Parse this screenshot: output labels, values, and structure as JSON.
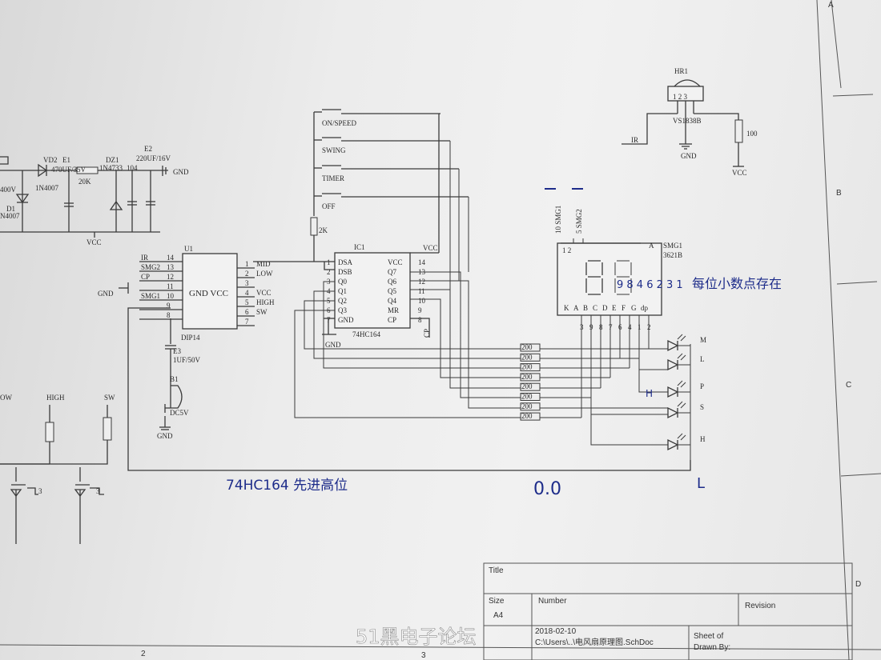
{
  "power": {
    "vd2": "VD2",
    "diode1": "1N4007",
    "e1": "E1",
    "e1_value": "470UF/35V",
    "r_value": "20K",
    "dz1": "DZ1",
    "dz1_value": "1N4733",
    "cap104": "104",
    "e2": "E2",
    "e2_value": "220UF/16V",
    "gnd": "GND",
    "vcc": "VCC",
    "d1": "D1",
    "d1_value": "N4007",
    "v400": "400V"
  },
  "buttons": [
    {
      "label": "ON/SPEED"
    },
    {
      "label": "SWING"
    },
    {
      "label": "TIMER"
    },
    {
      "label": "OFF"
    }
  ],
  "resistor_2k": "2K",
  "u1": {
    "ref": "U1",
    "package": "DIP14",
    "body": "GND  VCC",
    "left_pins": [
      {
        "name": "IR",
        "num": "14"
      },
      {
        "name": "SMG2",
        "num": "13"
      },
      {
        "name": "CP",
        "num": "12"
      },
      {
        "name": "",
        "num": "11"
      },
      {
        "name": "SMG1",
        "num": "10"
      },
      {
        "name": "",
        "num": "9"
      },
      {
        "name": "",
        "num": "8"
      }
    ],
    "right_pins": [
      {
        "name": "MID",
        "num": "1"
      },
      {
        "name": "LOW",
        "num": "2"
      },
      {
        "name": "",
        "num": "3"
      },
      {
        "name": "VCC",
        "num": "4"
      },
      {
        "name": "HIGH",
        "num": "5"
      },
      {
        "name": "SW",
        "num": "6"
      },
      {
        "name": "",
        "num": "7"
      }
    ],
    "gnd_label": "GND"
  },
  "e3": {
    "ref": "E3",
    "value": "1UF/50V"
  },
  "b1": {
    "ref": "B1",
    "value": "DC5V",
    "gnd": "GND"
  },
  "ic1": {
    "ref": "IC1",
    "part": "74HC164",
    "vcc": "VCC",
    "gnd": "GND",
    "cp": "CP",
    "left_pins": [
      {
        "name": "DSA",
        "num": "1"
      },
      {
        "name": "DSB",
        "num": "2"
      },
      {
        "name": "Q0",
        "num": "3"
      },
      {
        "name": "Q1",
        "num": "4"
      },
      {
        "name": "Q2",
        "num": "5"
      },
      {
        "name": "Q3",
        "num": "6"
      },
      {
        "name": "GND",
        "num": "7"
      }
    ],
    "right_pins": [
      {
        "name": "VCC",
        "num": "14"
      },
      {
        "name": "Q7",
        "num": "13"
      },
      {
        "name": "Q6",
        "num": "12"
      },
      {
        "name": "Q5",
        "num": "11"
      },
      {
        "name": "Q4",
        "num": "10"
      },
      {
        "name": "MR",
        "num": "9"
      },
      {
        "name": "CP",
        "num": "8"
      }
    ]
  },
  "resistor_array_value": "200",
  "ir": {
    "ref": "HR1",
    "part": "VS1838B",
    "gnd": "GND",
    "out": "IR",
    "r_value": "100",
    "vcc": "VCC",
    "pin_nums": "1 2 3"
  },
  "display": {
    "ref": "SMG1",
    "part": "3621B",
    "smg1": "10 SMG1",
    "smg2": "5 SMG2",
    "top_pins": "1   2",
    "pin_a": "A",
    "seg_labels": [
      "K",
      "A",
      "B",
      "C",
      "D",
      "E",
      "F",
      "G",
      "dp"
    ],
    "seg_pins": [
      "3",
      "9",
      "8",
      "7",
      "6",
      "4",
      "1",
      "2"
    ]
  },
  "leds": [
    "M",
    "L",
    "P",
    "S",
    "H"
  ],
  "left_transistors": {
    "labels": [
      "OW",
      "HIGH",
      "SW"
    ],
    "pin3": "3"
  },
  "annotations": {
    "note_shift": "74HC164 先进高位",
    "note_decimal": "每位小数点存在",
    "note_00": "0.0",
    "note_h": "H",
    "note_l": "L",
    "digits": "9 8 4 6 2 3 1"
  },
  "title_block": {
    "title": "Title",
    "size": "Size",
    "size_value": "A4",
    "number": "Number",
    "revision": "Revision",
    "date": "2018-02-10",
    "file": "C:\\Users\\..\\电风扇原理图.SchDoc",
    "sheet": "Sheet    of",
    "drawn_by": "Drawn By:"
  },
  "frame": {
    "rows": [
      "A",
      "B",
      "C",
      "D"
    ],
    "cols": [
      "2",
      "3"
    ]
  },
  "watermark": "51黑电子论坛"
}
